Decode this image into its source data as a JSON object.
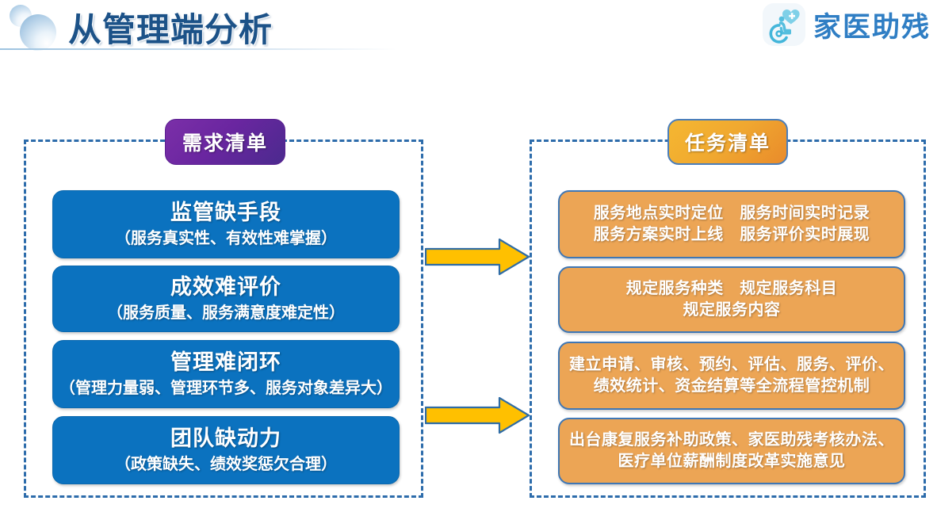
{
  "header": {
    "title": "从管理端分析",
    "brand_name": "家医助残",
    "brand_icon": "wheelchair-heart-icon",
    "decoration_icon": "bubbles-decoration"
  },
  "left_panel": {
    "badge": "需求清单",
    "items": [
      {
        "head": "监管缺手段",
        "sub": "（服务真实性、有效性难掌握）"
      },
      {
        "head": "成效难评价",
        "sub": "（服务质量、服务满意度难定性）"
      },
      {
        "head": "管理难闭环",
        "sub": "（管理力量弱、管理环节多、服务对象差异大）"
      },
      {
        "head": "团队缺动力",
        "sub": "（政策缺失、绩效奖惩欠合理）"
      }
    ]
  },
  "right_panel": {
    "badge": "任务清单",
    "items": [
      {
        "line1": "服务地点实时定位　服务时间实时记录",
        "line2": "服务方案实时上线　服务评价实时展现"
      },
      {
        "line1": "规定服务种类　规定服务科目",
        "line2": "规定服务内容"
      },
      {
        "line1": "建立申请、审核、预约、评估、服务、评价、",
        "line2": "绩效统计、资金结算等全流程管控机制"
      },
      {
        "line1": "出台康复服务补助政策、家医助残考核办法、",
        "line2": "医疗单位薪酬制度改革实施意见"
      }
    ]
  },
  "arrows": [
    {
      "name": "flow-arrow-top",
      "direction": "right"
    },
    {
      "name": "flow-arrow-bottom",
      "direction": "right"
    }
  ],
  "colors": {
    "title_blue": "#1c5288",
    "brand_blue": "#2f7ec4",
    "panel_border_blue": "#2d6cab",
    "item_blue": "#0b72bf",
    "item_orange": "#eca555",
    "badge_purple": "#6a26a0",
    "badge_orange": "#f0a830",
    "arrow_gold": "#ffc000",
    "arrow_outline": "#2f6ca5"
  }
}
